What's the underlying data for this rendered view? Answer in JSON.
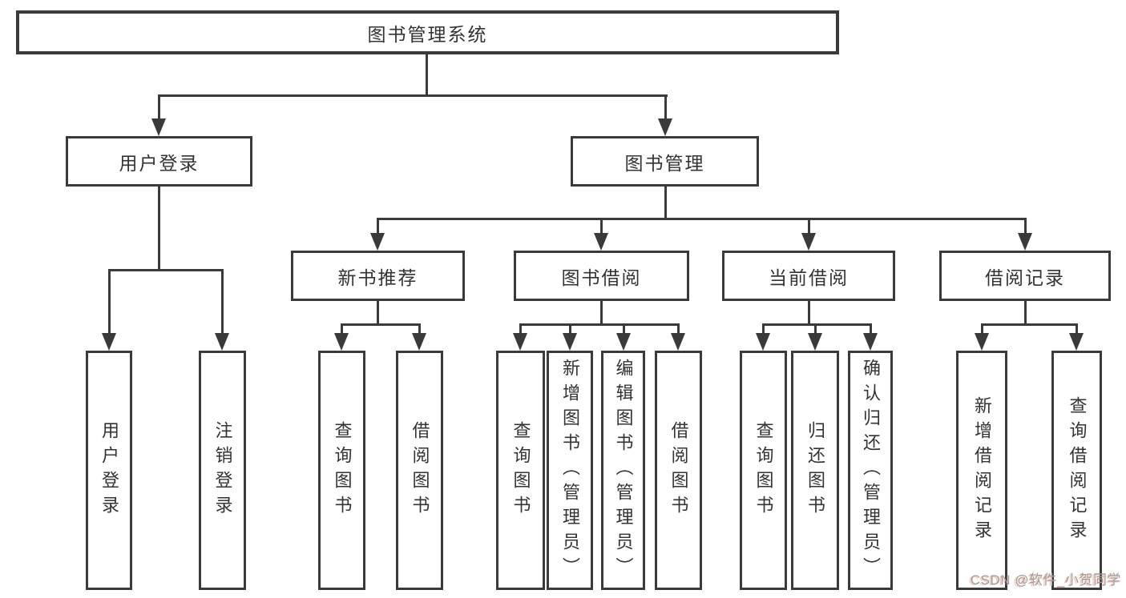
{
  "colors": {
    "line": "#3a3a3a",
    "box_border": "#3a3a3a",
    "text": "#333333",
    "background": "#ffffff",
    "watermark": "#9c9c9c"
  },
  "watermark": {
    "text": "CSDN @软件_小贺同学"
  },
  "tree": {
    "label": "图书管理系统",
    "children": [
      {
        "label": "用户登录",
        "children": [
          {
            "label": "用户登录"
          },
          {
            "label": "注销登录"
          }
        ]
      },
      {
        "label": "图书管理",
        "children": [
          {
            "label": "新书推荐",
            "children": [
              {
                "label": "查询图书"
              },
              {
                "label": "借阅图书"
              }
            ]
          },
          {
            "label": "图书借阅",
            "children": [
              {
                "label": "查询图书"
              },
              {
                "label": "新增图书（管理员）"
              },
              {
                "label": "编辑图书（管理员）"
              },
              {
                "label": "借阅图书"
              }
            ]
          },
          {
            "label": "当前借阅",
            "children": [
              {
                "label": "查询图书"
              },
              {
                "label": "归还图书"
              },
              {
                "label": "确认归还（管理员）"
              }
            ]
          },
          {
            "label": "借阅记录",
            "children": [
              {
                "label": "新增借阅记录"
              },
              {
                "label": "查询借阅记录"
              }
            ]
          }
        ]
      }
    ]
  }
}
